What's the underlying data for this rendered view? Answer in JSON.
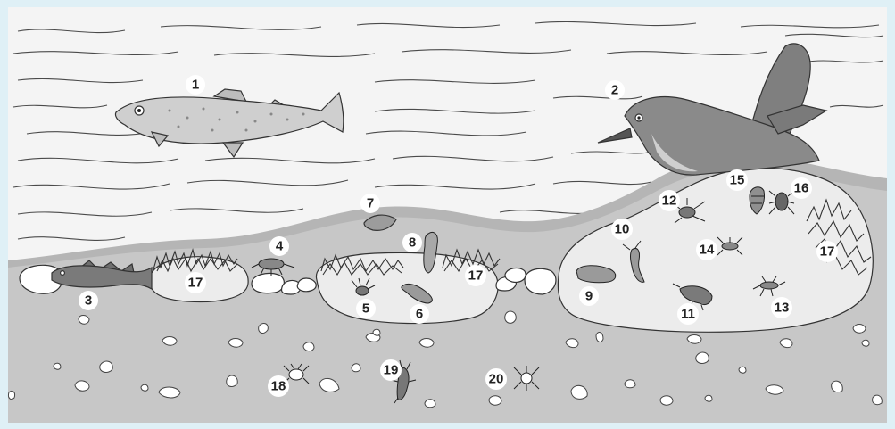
{
  "labels": {
    "l1": "1",
    "l2": "2",
    "l3": "3",
    "l4": "4",
    "l5": "5",
    "l6": "6",
    "l7": "7",
    "l8": "8",
    "l9": "9",
    "l10": "10",
    "l11": "11",
    "l12": "12",
    "l13": "13",
    "l14": "14",
    "l15": "15",
    "l16": "16",
    "l17a": "17",
    "l17b": "17",
    "l17c": "17",
    "l18": "18",
    "l19": "19",
    "l20": "20"
  },
  "colors": {
    "frame": "#dff0f6",
    "water": "#f4f4f4",
    "riverbed": "#c7c7c7",
    "bed_edge": "#b5b5b5",
    "pocket": "#ececec",
    "fish": "#cfcfcf",
    "bird": "#8a8a8a"
  }
}
